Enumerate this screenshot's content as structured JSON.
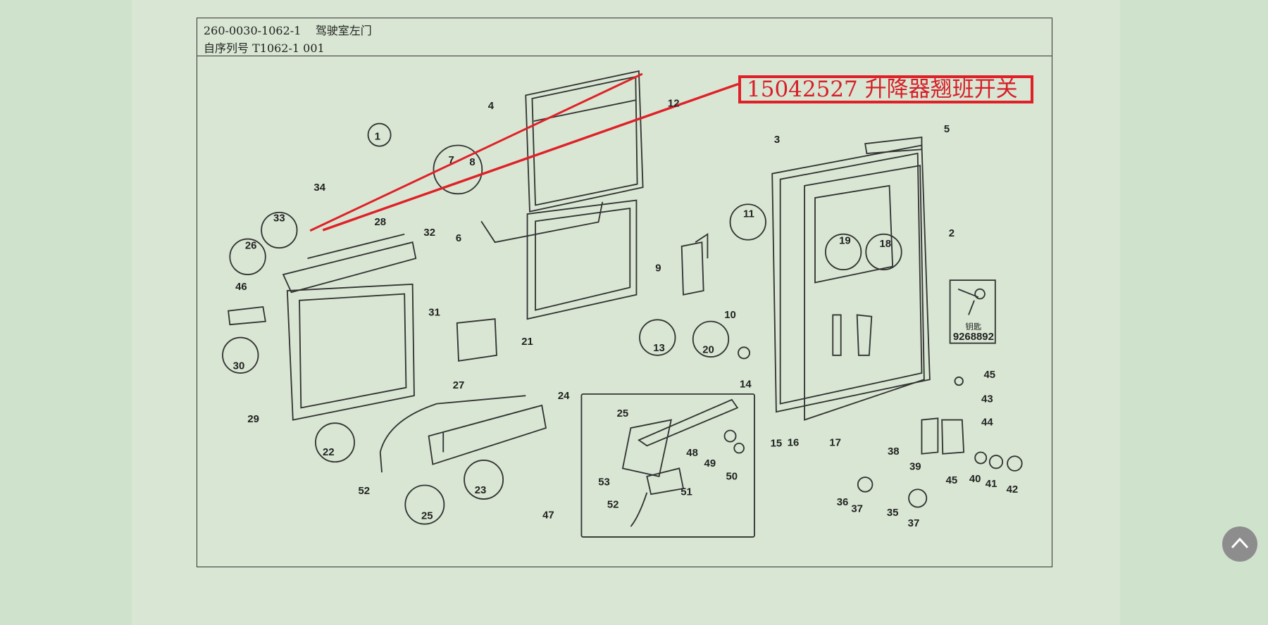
{
  "header": {
    "line1": "260-0030-1062-1    驾驶室左门",
    "line2": "自序列号 T1062-1 001"
  },
  "callout": "15042527 升降器翘班开关",
  "diagram": {
    "view_number": "1",
    "key_label": "钥匙",
    "key_part": "9268892",
    "labels": [
      "4",
      "12",
      "3",
      "5",
      "2",
      "7",
      "8",
      "34",
      "33",
      "28",
      "32",
      "26",
      "6",
      "46",
      "31",
      "30",
      "29",
      "22",
      "27",
      "24",
      "21",
      "9",
      "11",
      "10",
      "13",
      "20",
      "14",
      "19",
      "18",
      "15",
      "16",
      "17",
      "45",
      "43",
      "44",
      "38",
      "39",
      "45",
      "40",
      "41",
      "42",
      "36",
      "37",
      "35",
      "37",
      "25",
      "48",
      "49",
      "50",
      "53",
      "51",
      "52",
      "47",
      "52",
      "25",
      "23"
    ]
  },
  "scroll_top": {
    "icon": "chevron-up-icon"
  },
  "colors": {
    "accent": "#e02028",
    "background": "#d8e6d3"
  }
}
